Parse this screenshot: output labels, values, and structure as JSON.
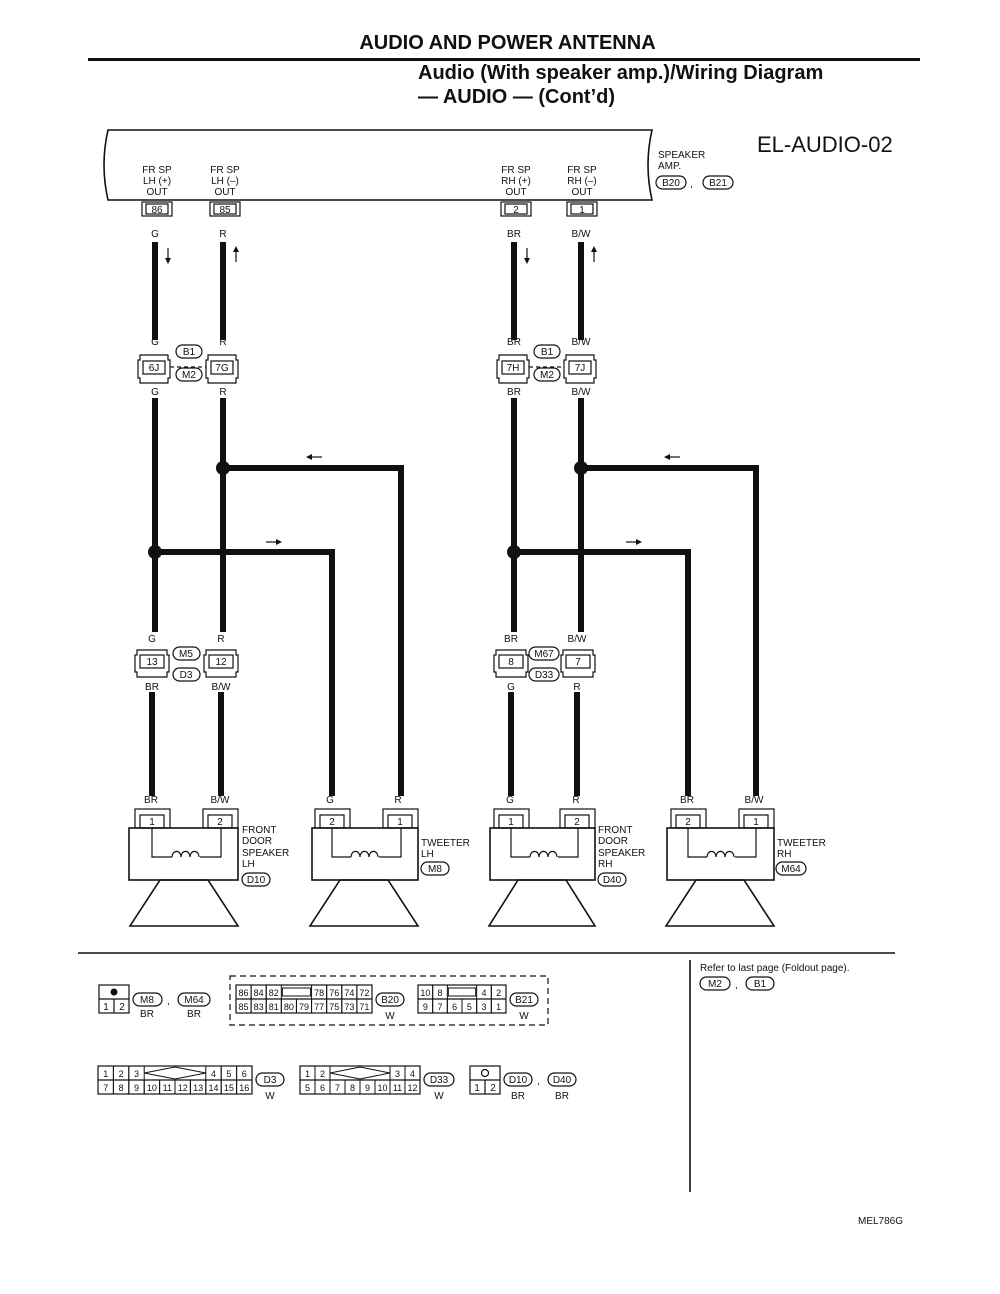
{
  "header": {
    "title": "AUDIO AND POWER ANTENNA",
    "subtitle_line1": "Audio (With speaker amp.)/Wiring Diagram",
    "subtitle_line2": "— AUDIO — (Cont’d)",
    "diagram_code": "EL-AUDIO-02"
  },
  "amp": {
    "label_line1": "SPEAKER",
    "label_line2": "AMP.",
    "connectors": [
      "B20",
      "B21"
    ],
    "terminals": [
      {
        "l1": "FR SP",
        "l2": "LH (+)",
        "l3": "OUT",
        "pin": "86",
        "color": "G"
      },
      {
        "l1": "FR SP",
        "l2": "LH (–)",
        "l3": "OUT",
        "pin": "85",
        "color": "R"
      },
      {
        "l1": "FR SP",
        "l2": "RH (+)",
        "l3": "OUT",
        "pin": "2",
        "color": "BR"
      },
      {
        "l1": "FR SP",
        "l2": "RH (–)",
        "l3": "OUT",
        "pin": "1",
        "color": "B/W"
      }
    ]
  },
  "joint_left": {
    "top_connector": "B1",
    "bottom_connector": "M2",
    "pins": [
      "6J",
      "7G"
    ],
    "colors_top": [
      "G",
      "R"
    ],
    "colors_bottom": [
      "G",
      "R"
    ]
  },
  "joint_right": {
    "top_connector": "B1",
    "bottom_connector": "M2",
    "pins": [
      "7H",
      "7J"
    ],
    "colors_top": [
      "BR",
      "B/W"
    ],
    "colors_bottom": [
      "BR",
      "B/W"
    ]
  },
  "door_left": {
    "top_connector": "M5",
    "bottom_connector": "D3",
    "pins": [
      "13",
      "12"
    ],
    "colors_top": [
      "G",
      "R"
    ],
    "colors_bottom": [
      "BR",
      "B/W"
    ]
  },
  "door_right": {
    "top_connector": "M67",
    "bottom_connector": "D33",
    "pins": [
      "8",
      "7"
    ],
    "colors_top": [
      "BR",
      "B/W"
    ],
    "colors_bottom": [
      "G",
      "R"
    ]
  },
  "speakers": [
    {
      "line1": "FRONT",
      "line2": "DOOR",
      "line3": "SPEAKER",
      "line4": "LH",
      "connector": "D10",
      "pins": [
        "1",
        "2"
      ],
      "colors": [
        "BR",
        "B/W"
      ]
    },
    {
      "line1": "TWEETER",
      "line2": "LH",
      "line3": "",
      "line4": "",
      "connector": "M8",
      "pins": [
        "2",
        "1"
      ],
      "colors": [
        "G",
        "R"
      ]
    },
    {
      "line1": "FRONT",
      "line2": "DOOR",
      "line3": "SPEAKER",
      "line4": "RH",
      "connector": "D40",
      "pins": [
        "1",
        "2"
      ],
      "colors": [
        "G",
        "R"
      ]
    },
    {
      "line1": "TWEETER",
      "line2": "RH",
      "line3": "",
      "line4": "",
      "connector": "M64",
      "pins": [
        "2",
        "1"
      ],
      "colors": [
        "BR",
        "B/W"
      ]
    }
  ],
  "legend": {
    "m8m64": {
      "pins": [
        "1",
        "2"
      ],
      "connectors": [
        "M8",
        "M64"
      ],
      "colors": [
        "BR",
        "BR"
      ]
    },
    "b20": {
      "top": [
        "86",
        "84",
        "82",
        "78",
        "76",
        "74",
        "72"
      ],
      "bottom": [
        "85",
        "83",
        "81",
        "80",
        "79",
        "77",
        "75",
        "73",
        "71"
      ],
      "connector": "B20",
      "color": "W"
    },
    "b21": {
      "top": [
        "10",
        "8",
        "4",
        "2"
      ],
      "bottom": [
        "9",
        "7",
        "6",
        "5",
        "3",
        "1"
      ],
      "connector": "B21",
      "color": "W"
    },
    "d3": {
      "top": [
        "1",
        "2",
        "3",
        "4",
        "5",
        "6"
      ],
      "bottom": [
        "7",
        "8",
        "9",
        "10",
        "11",
        "12",
        "13",
        "14",
        "15",
        "16"
      ],
      "connector": "D3",
      "color": "W"
    },
    "d33": {
      "top": [
        "1",
        "2",
        "3",
        "4"
      ],
      "bottom": [
        "5",
        "6",
        "7",
        "8",
        "9",
        "10",
        "11",
        "12"
      ],
      "connector": "D33",
      "color": "W"
    },
    "d10d40": {
      "pins": [
        "1",
        "2"
      ],
      "connectors": [
        "D10",
        "D40"
      ],
      "colors": [
        "BR",
        "BR"
      ]
    },
    "refer_note": "Refer to last page (Foldout page).",
    "refer_connectors": [
      "M2",
      "B1"
    ]
  },
  "footer": {
    "code": "MEL786G"
  }
}
